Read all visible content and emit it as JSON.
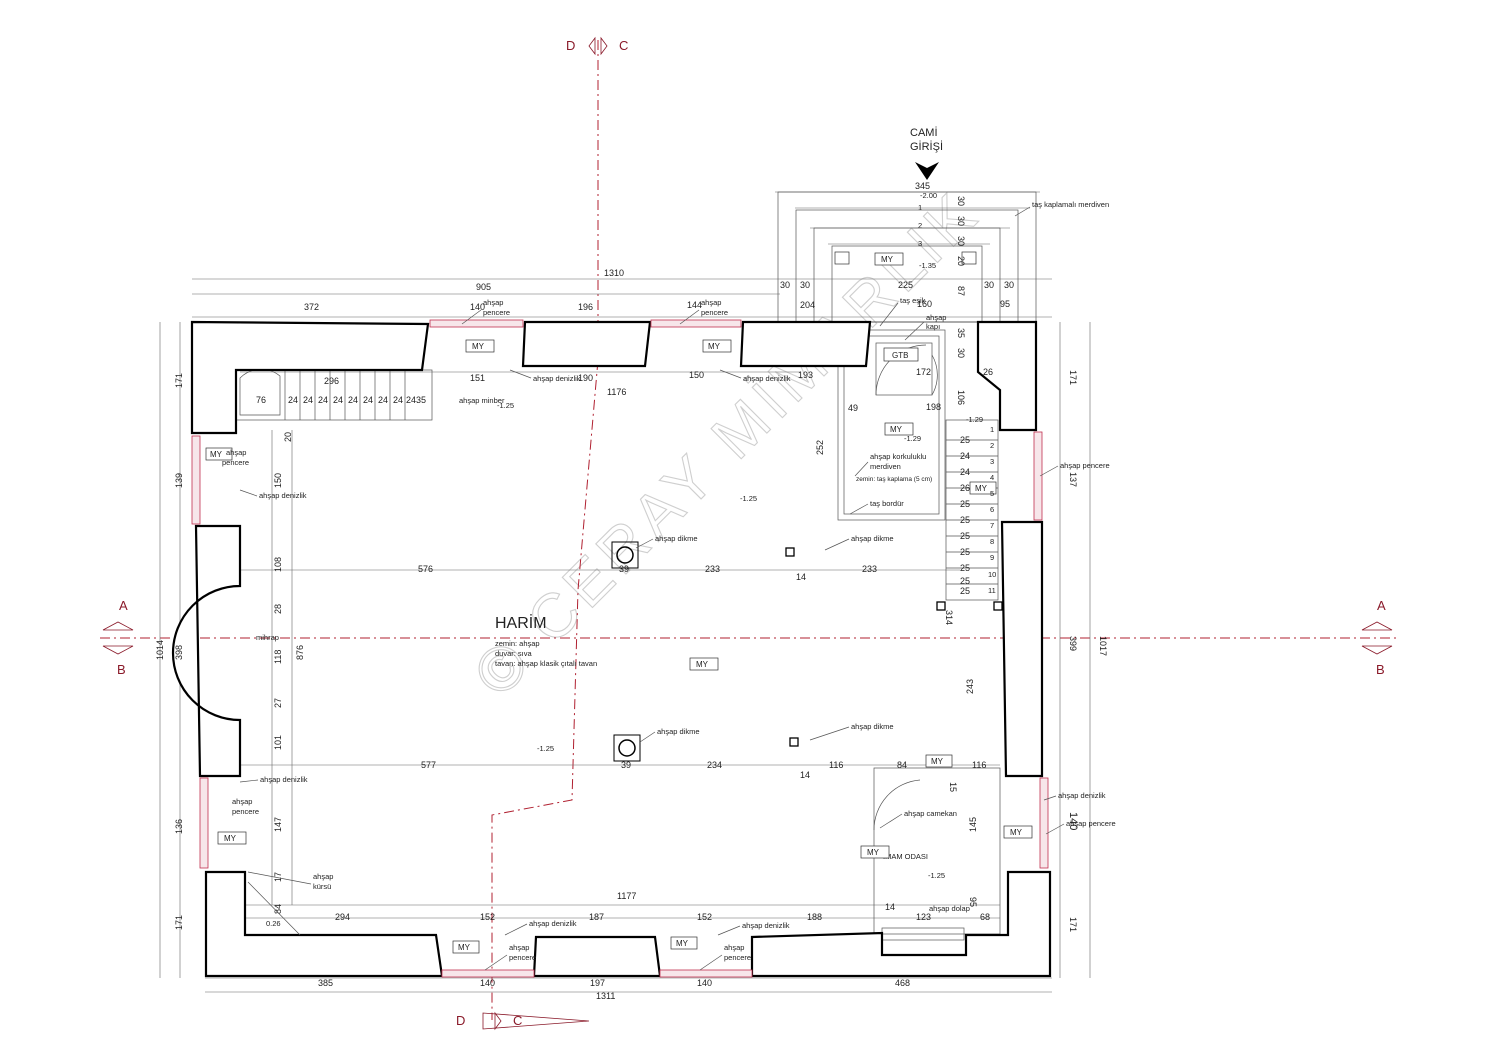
{
  "entrance": {
    "line1": "CAMİ",
    "line2": "GİRİŞİ"
  },
  "room_name": "HARİM",
  "room_notes": [
    "zemin: ahşap",
    "duvar: sıva",
    "tavan: ahşap klasik çıtalı tavan"
  ],
  "imam_room": "İMAM ODASI",
  "watermark": "© CERAY MİMARLIK",
  "section_labels": {
    "a": "A",
    "b": "B",
    "c": "C",
    "d": "D"
  },
  "dimensions": {
    "top_total": "1310",
    "top_partial": "905",
    "top_entrance": "345",
    "top_wall_1": "372",
    "top_win_1": "140",
    "top_wall_2": "196",
    "top_win_2": "144",
    "bot_total": "1311",
    "bot_wall_1": "385",
    "bot_win_1": "140",
    "bot_wall_2": "197",
    "bot_win_2": "140",
    "bot_wall_3": "468",
    "inner_top": "1176",
    "inner_bottom": "1177",
    "left_total": "1014",
    "left_mid": "398",
    "left_top": "171",
    "left_win": "139",
    "left_win2": "136",
    "left_bot": "171",
    "right_total": "1017",
    "right_mid": "399",
    "right_top": "171",
    "right_win": "137",
    "right_win2": "140",
    "right_bot": "171",
    "inner_height": "876",
    "row_576": "576",
    "row_577": "577",
    "col_233a": "233",
    "col_233b": "233",
    "col_234": "234",
    "col_116": "116",
    "col_84": "84",
    "col_116b": "116",
    "col_14a": "14",
    "col_14b": "14",
    "col_39a": "39",
    "col_39b": "39",
    "v_108": "108",
    "v_28": "28",
    "v_118": "118",
    "v_27": "27",
    "v_101": "101",
    "v_150": "150",
    "v_147": "147",
    "v_20": "20",
    "v_17": "17",
    "v_84": "84",
    "stair_296": "296",
    "stair_35": "35",
    "stair_76": "76",
    "bot_294": "294",
    "bot_152a": "152",
    "bot_187": "187",
    "bot_152b": "152",
    "bot_188": "188",
    "bot_123": "123",
    "bot_68": "68",
    "bot_14": "14",
    "bot_95": "95",
    "top_151": "151",
    "top_190": "190",
    "top_150": "150",
    "top_193": "193",
    "ent_30a": "30",
    "ent_30b": "30",
    "ent_204": "204",
    "ent_225": "225",
    "ent_30c": "30",
    "ent_30d": "30",
    "ent_95": "95",
    "ent_160": "160",
    "ent_87": "87",
    "ent_35": "35",
    "ent_30e": "30",
    "ent_172": "172",
    "ent_26": "26",
    "ent_106": "106",
    "ent_49": "49",
    "ent_198": "198",
    "ent_252": "252",
    "ent_243": "243",
    "ent_314": "314",
    "ent_145": "145",
    "ent_15": "15",
    "step_30a": "30",
    "step_30b": "30",
    "step_30c": "30",
    "step_20": "20"
  },
  "stair_steps": [
    "24",
    "24",
    "24",
    "24",
    "24",
    "24",
    "24",
    "24",
    "24"
  ],
  "right_steps": [
    "25",
    "24",
    "24",
    "26",
    "25",
    "25",
    "25",
    "25",
    "25",
    "25",
    "25"
  ],
  "step_numbers": [
    "1",
    "2",
    "3",
    "4",
    "5",
    "6",
    "7",
    "8",
    "9",
    "10",
    "11"
  ],
  "entry_step_numbers": [
    "1",
    "2",
    "3"
  ],
  "levels": {
    "entry_top": "-2.00",
    "entry_mid": "-1.35",
    "mimber": "-1.25",
    "center": "-1.25",
    "bottom": "-1.25",
    "imam": "-1.25",
    "kursu": "0.26",
    "stair_a": "-1.29",
    "stair_b": "-1.29"
  },
  "labels": {
    "tas_kaplamali_merdiven": "taş kaplamalı merdiven",
    "tas_esik": "taş eşik",
    "ahsap_kapi": [
      "ahşap",
      "kapı"
    ],
    "ahsap_pencere": [
      "ahşap",
      "pencere"
    ],
    "ahsap_denizlik": "ahşap denizlik",
    "ahsap_minber": "ahşap minber",
    "ahsap_korkuluklu": [
      "ahşap korkuluklu",
      "merdiven"
    ],
    "zemin_tas": "zemin: taş kaplama (5 cm)",
    "tas_bordur": "taş bordür",
    "ahsap_dikme": "ahşap dikme",
    "mihrap": "mihrap",
    "ahsap_kursu": [
      "ahşap",
      "kürsü"
    ],
    "ahsap_camekan": "ahşap camekan",
    "ahsap_dolap": "ahşap dolap",
    "ahsap_pencere_inline": "ahşap pencere"
  },
  "tags": {
    "my": "MY",
    "gtb": "GTB"
  }
}
